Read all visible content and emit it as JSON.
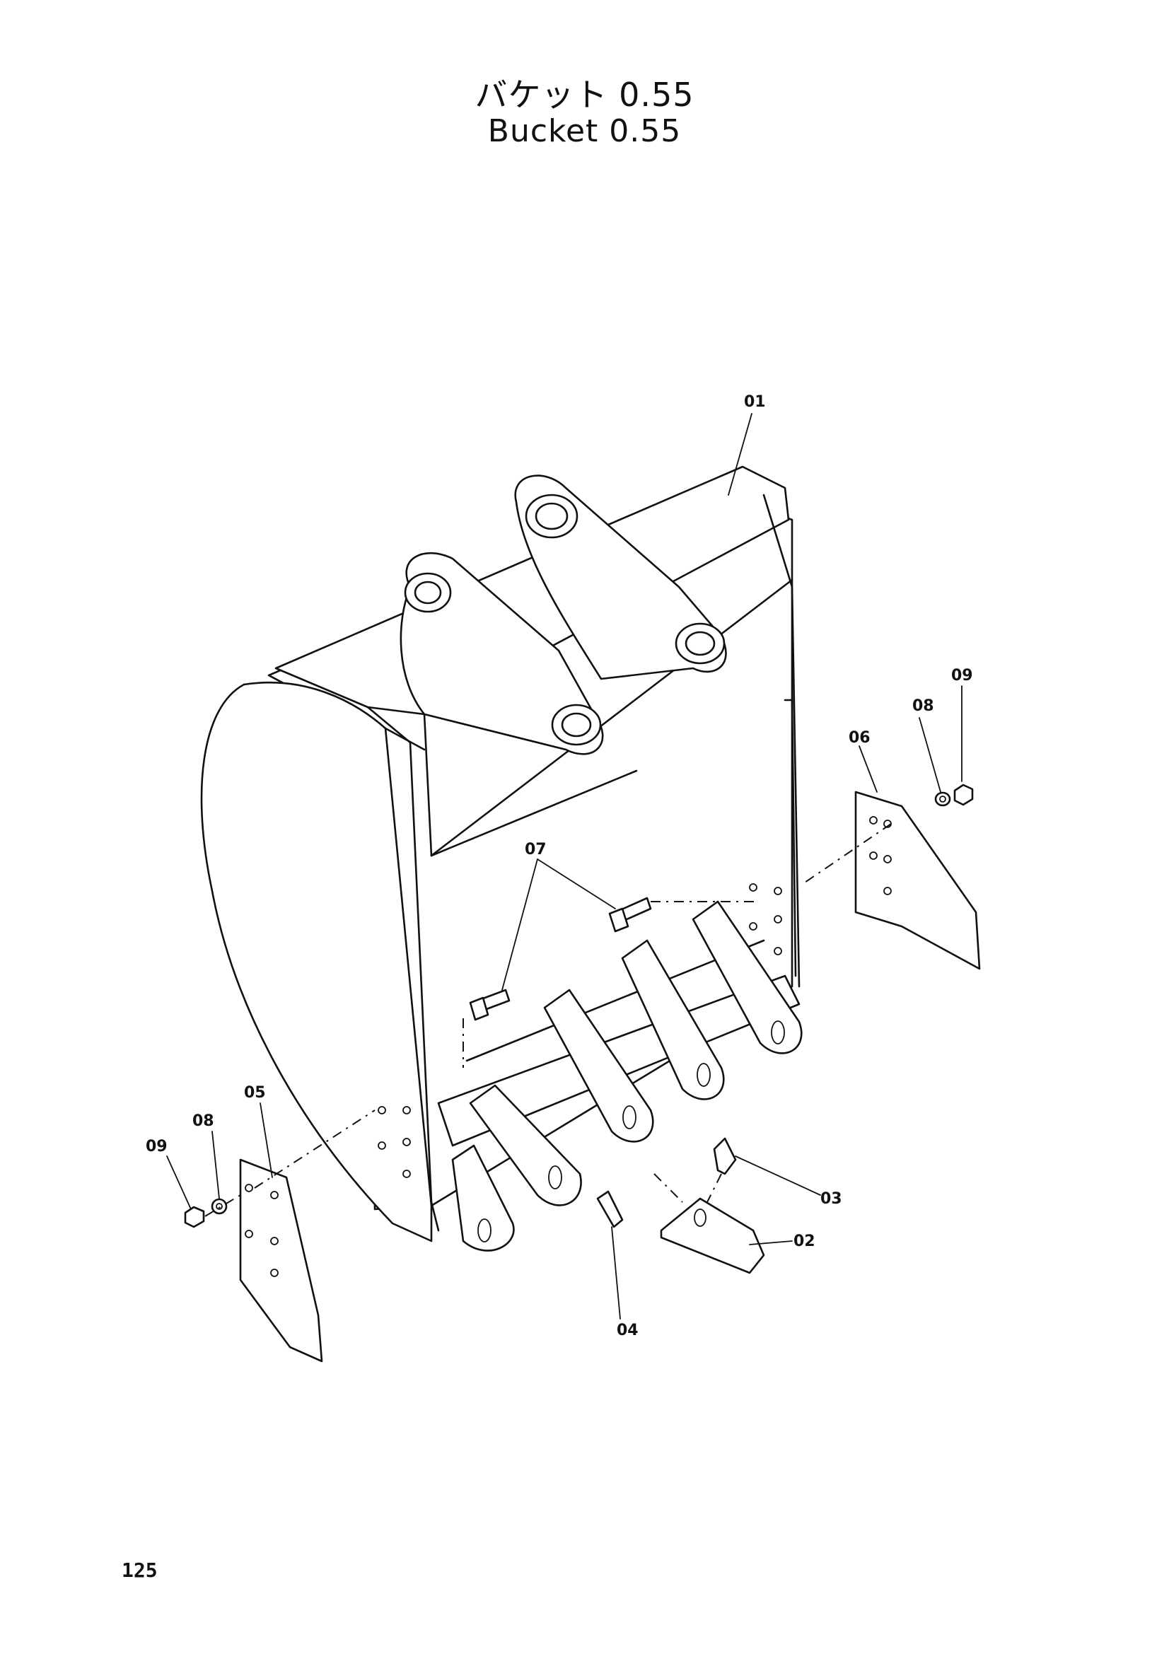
{
  "title": {
    "japanese": "バケット 0.55",
    "english": "Bucket 0.55"
  },
  "page_number": "125",
  "callouts": [
    {
      "id": "bucket",
      "label": "01"
    },
    {
      "id": "tooth-point",
      "label": "02"
    },
    {
      "id": "lock-pin",
      "label": "03"
    },
    {
      "id": "lock-rubber",
      "label": "04"
    },
    {
      "id": "side-cutter-left",
      "label": "05"
    },
    {
      "id": "side-cutter-right",
      "label": "06"
    },
    {
      "id": "bolt",
      "label": "07"
    },
    {
      "id": "washer-left",
      "label": "08"
    },
    {
      "id": "washer-right",
      "label": "08"
    },
    {
      "id": "nut-left",
      "label": "09"
    },
    {
      "id": "nut-right",
      "label": "09"
    }
  ]
}
